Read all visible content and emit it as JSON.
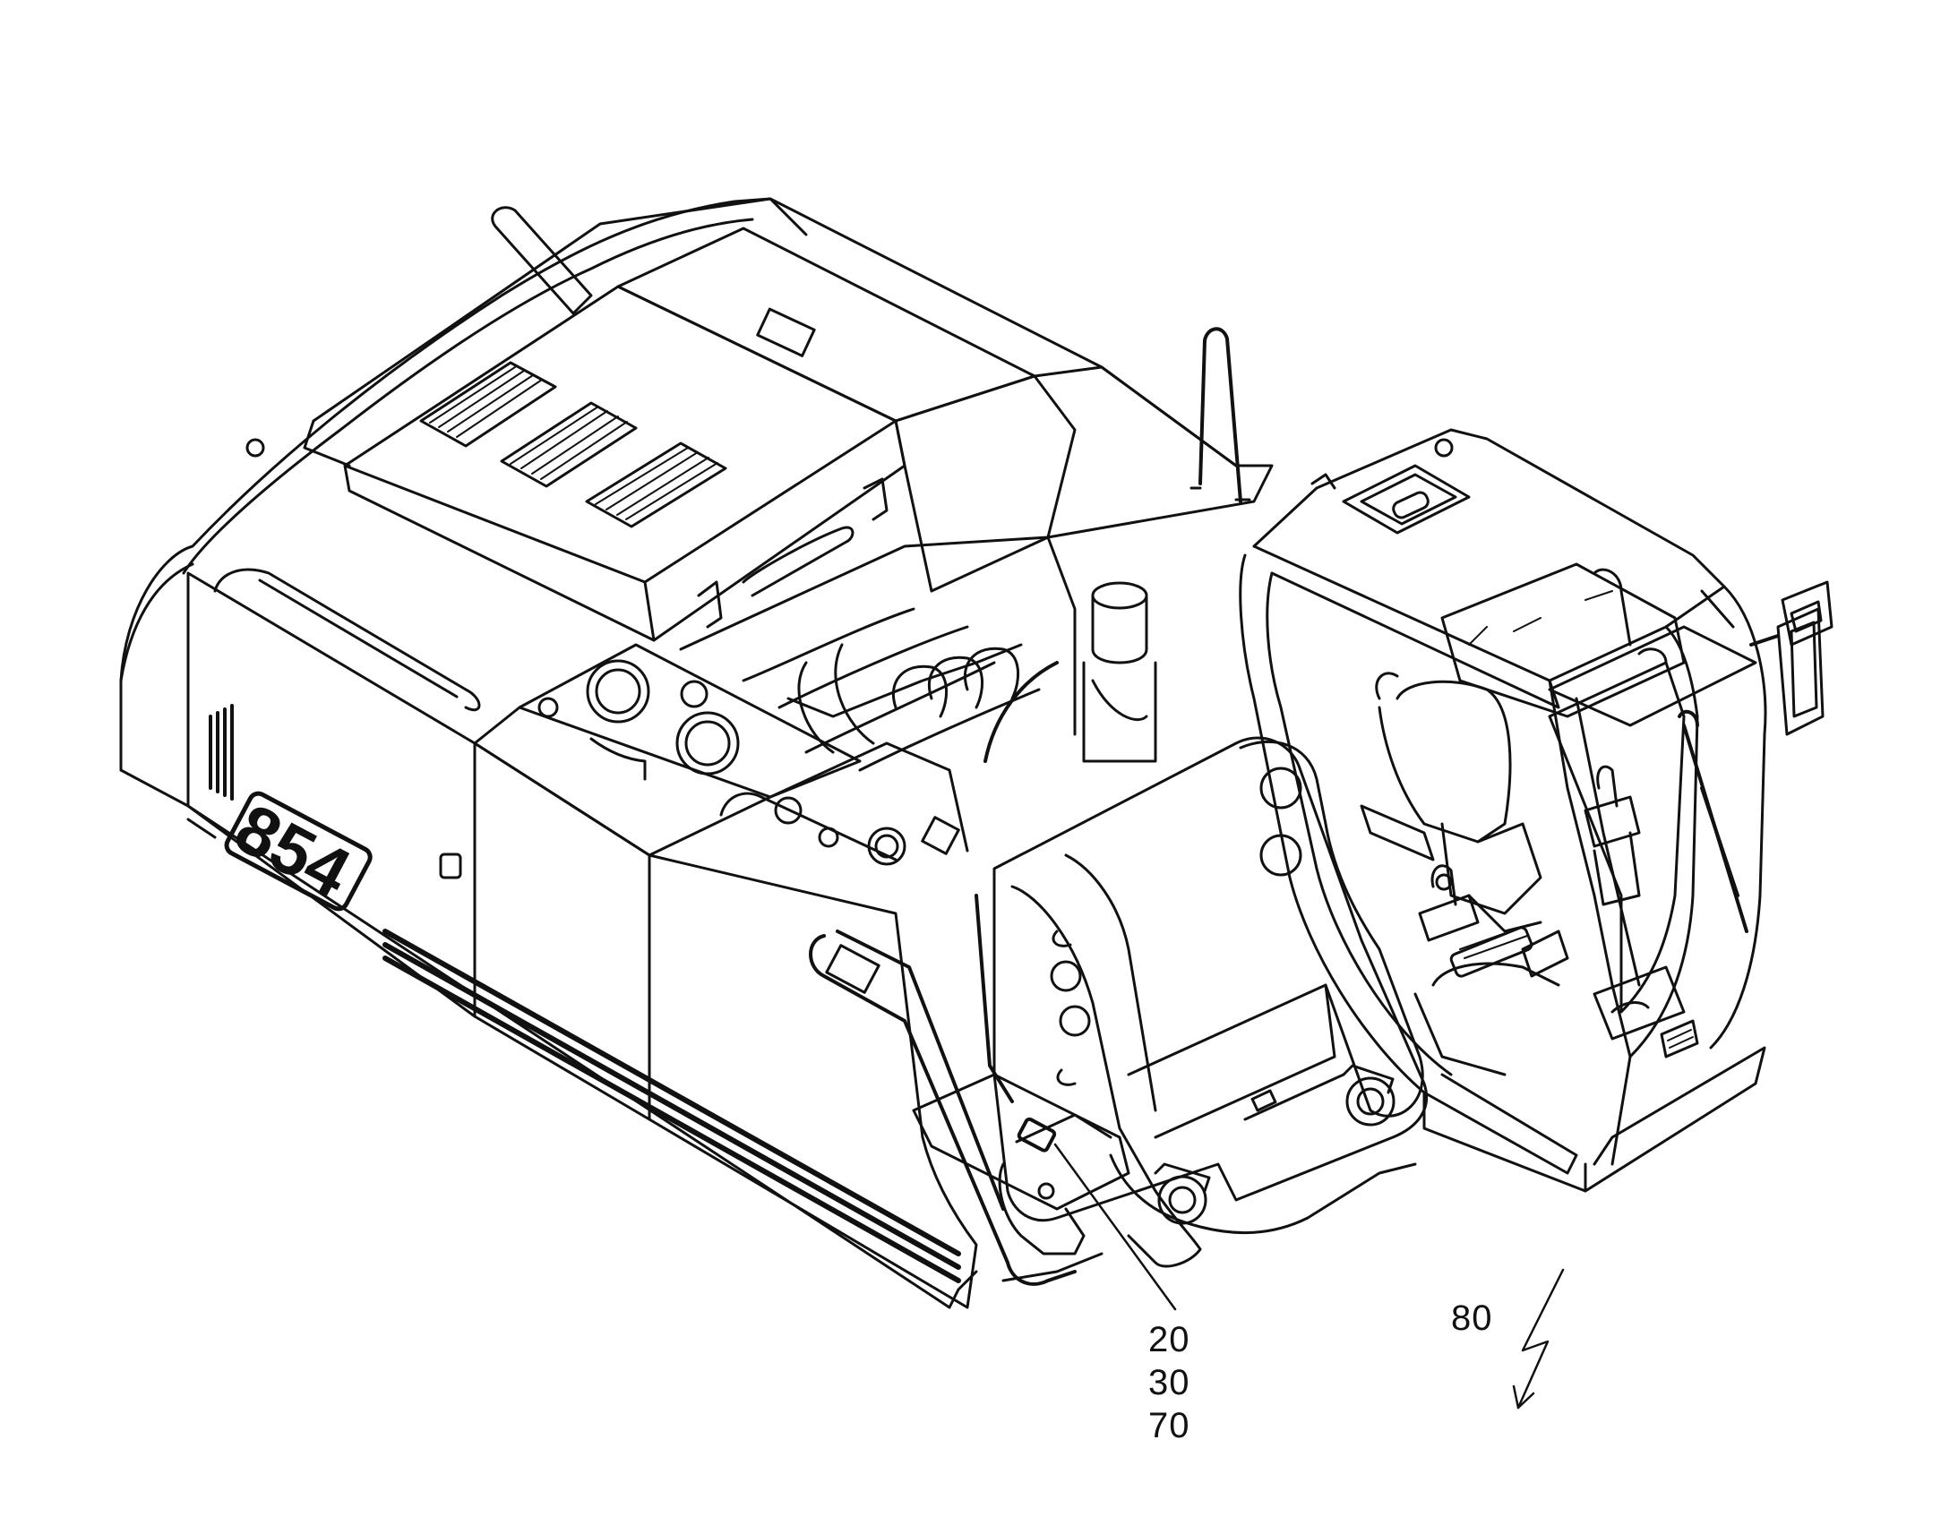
{
  "drawing": {
    "model_badge": "854",
    "stroke_color": "#111111",
    "background_color": "#ffffff"
  },
  "reference_numerals": {
    "r20": "20",
    "r30": "30",
    "r70": "70",
    "r80": "80"
  }
}
